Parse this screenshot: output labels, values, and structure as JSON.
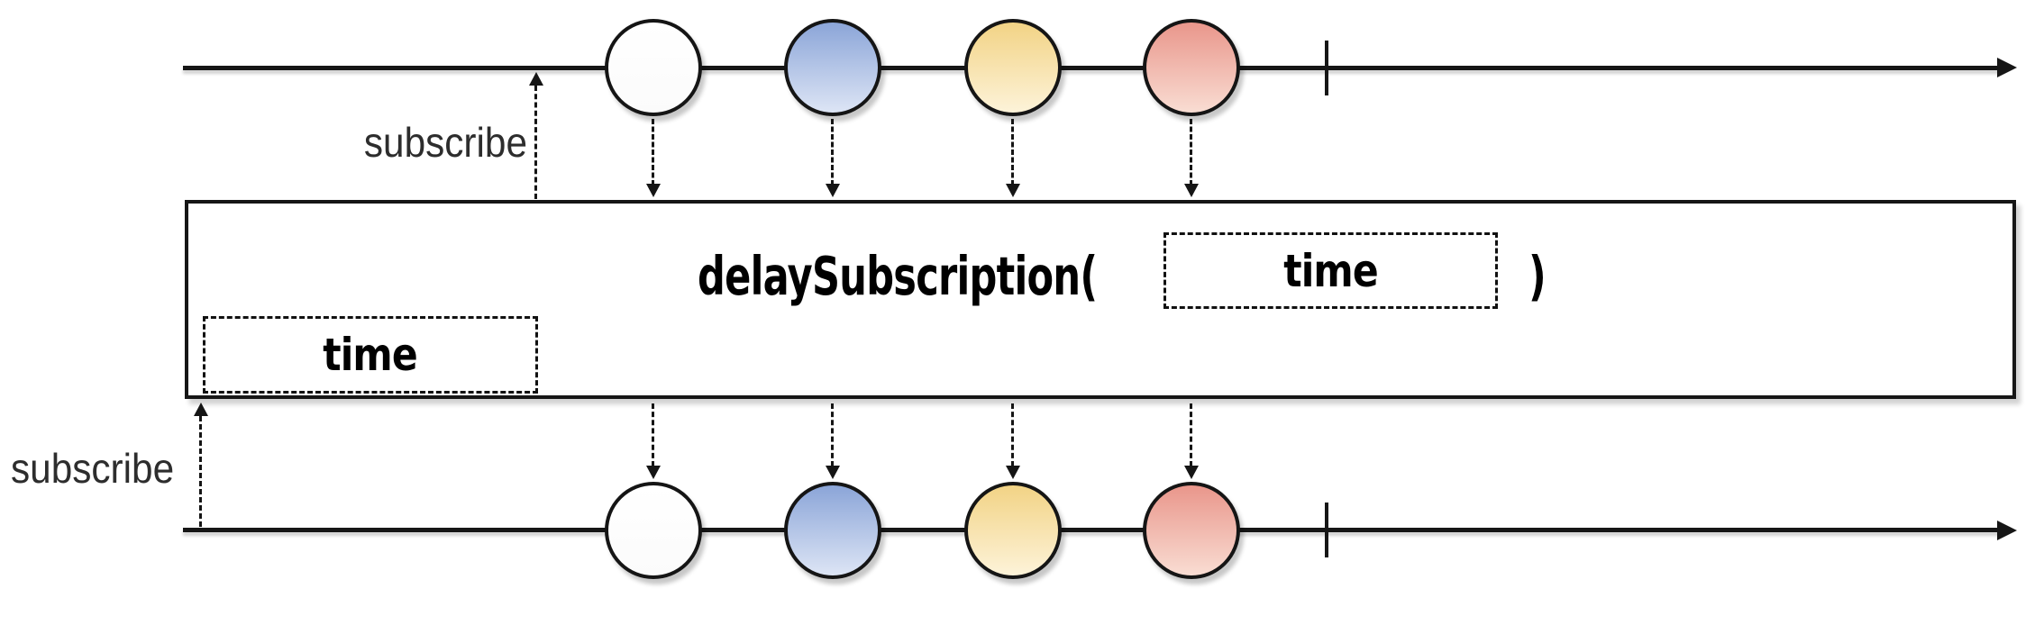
{
  "diagram": {
    "type": "rx-marble-diagram",
    "background": "#ffffff",
    "stroke_color": "#161616"
  },
  "labels": {
    "subscribe_top": "subscribe",
    "subscribe_bottom": "subscribe",
    "operator_open": "delaySubscription(",
    "operator_close": ")",
    "operator_time_param": "time",
    "result_delay_time": "time"
  },
  "marbles": [
    {
      "name": "white",
      "gradient": [
        "#ffffff",
        "#fbfbfb"
      ]
    },
    {
      "name": "blue",
      "gradient": [
        "#8ba5d8",
        "#dde5f5"
      ]
    },
    {
      "name": "yellow",
      "gradient": [
        "#f2d385",
        "#fdf3d9"
      ]
    },
    {
      "name": "red",
      "gradient": [
        "#e9968b",
        "#f9ddd3"
      ]
    }
  ],
  "timelines": {
    "source": {
      "events": [
        "white",
        "blue",
        "yellow",
        "red"
      ],
      "completion_tick": true
    },
    "result": {
      "events": [
        "white",
        "blue",
        "yellow",
        "red"
      ],
      "completion_tick": true
    }
  }
}
